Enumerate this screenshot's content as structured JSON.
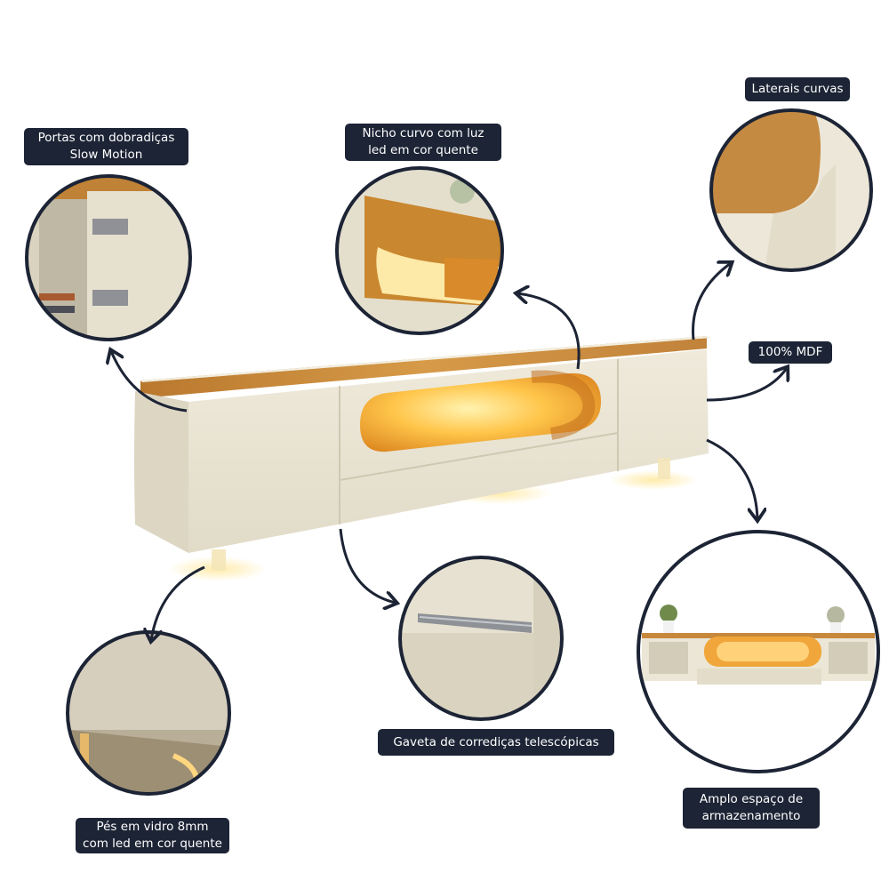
{
  "labels": {
    "doors": {
      "line1": "Portas com dobradiças",
      "line2": "Slow Motion"
    },
    "niche": {
      "line1": "Nicho curvo com luz",
      "line2": "led em cor quente"
    },
    "sides": {
      "line1": "Laterais curvas"
    },
    "mdf": {
      "line1": "100% MDF"
    },
    "storage": {
      "line1": "Amplo espaço de",
      "line2": "armazenamento"
    },
    "drawer": {
      "line1": "Gaveta de corrediças telescópicas"
    },
    "feet": {
      "line1": "Pés em vidro 8mm",
      "line2": "com led em cor quente"
    }
  },
  "colors": {
    "label_bg": "#1c2435",
    "label_text": "#ffffff",
    "cabinet": "#ebe6d6",
    "wood": "#c98a3a",
    "led_glow": "#ffb43a",
    "arrow": "#1c2435"
  }
}
